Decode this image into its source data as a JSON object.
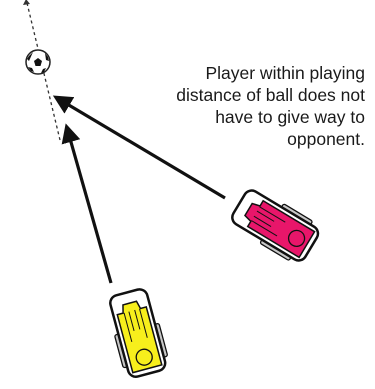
{
  "caption": {
    "lines": [
      "Player within playing",
      "distance of ball does not",
      "have to give way to",
      "opponent."
    ]
  },
  "colors": {
    "background": "#ffffff",
    "arrow": "#111111",
    "ball_path": "#333333",
    "player_yellow": "#f7ef1c",
    "player_pink": "#e8166a",
    "wheel": "#c8c8c8",
    "outline": "#111111"
  },
  "icons": {
    "ball": "soccer-ball-icon",
    "yellow_player": "wheelchair-player-icon",
    "pink_player": "wheelchair-player-icon"
  }
}
